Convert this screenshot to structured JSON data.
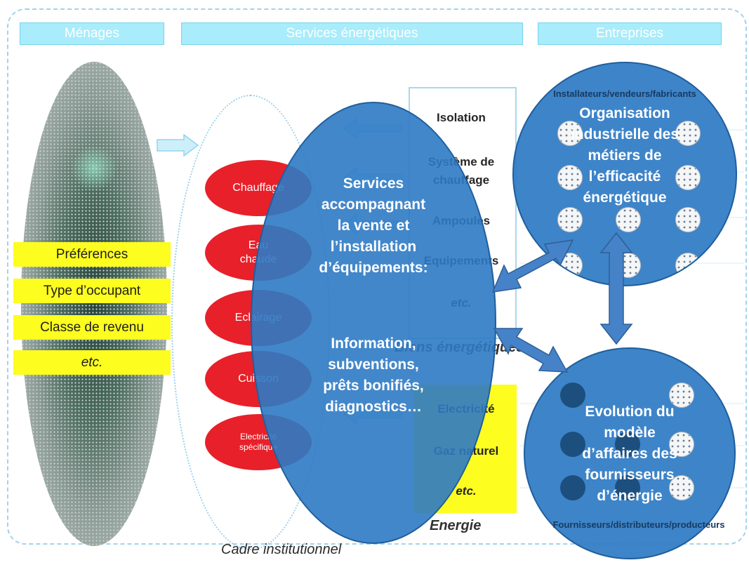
{
  "headers": {
    "menages": "Ménages",
    "services": "Services énergétiques",
    "entreprises": "Entreprises"
  },
  "household_attributes": [
    "Préférences",
    "Type d’occupant",
    "Classe de revenu",
    "etc."
  ],
  "energy_services": [
    "Chauffage",
    "Eau chaude",
    "Eclairage",
    "Cuisson",
    "Electricité spécifique"
  ],
  "energy_goods": {
    "items": [
      "Isolation",
      "Système de chauffage",
      "Ampoules",
      "Equipements",
      "etc."
    ],
    "label": "Biens énergétiques"
  },
  "energy": {
    "items": [
      "Electricité",
      "Gaz naturel",
      "etc."
    ],
    "label": "Energie"
  },
  "services_ellipse": {
    "title_lines": [
      "Services",
      "accompagnant",
      "la vente et",
      "l’installation",
      "d’équipements:"
    ],
    "body_lines": [
      "Information,",
      "subventions,",
      "prêts bonifiés,",
      "diagnostics…"
    ]
  },
  "industry_circle": {
    "caption": "Installateurs/vendeurs/fabricants",
    "lines": [
      "Organisation",
      "industrielle des",
      "métiers de",
      "l’efficacité",
      "énergétique"
    ]
  },
  "suppliers_circle": {
    "caption": "Fournisseurs/distributeurs/producteurs",
    "lines": [
      "Evolution du",
      "modèle",
      "d’affaires des",
      "fournisseurs",
      "d’énergie"
    ]
  },
  "frame_label": "Cadre institutionnel",
  "colors": {
    "header_fill": "#a9ecfb",
    "yellow": "#fdfd1f",
    "red": "#e8202a",
    "blue": "#2f7fc4",
    "arrow": "#4682c8"
  }
}
